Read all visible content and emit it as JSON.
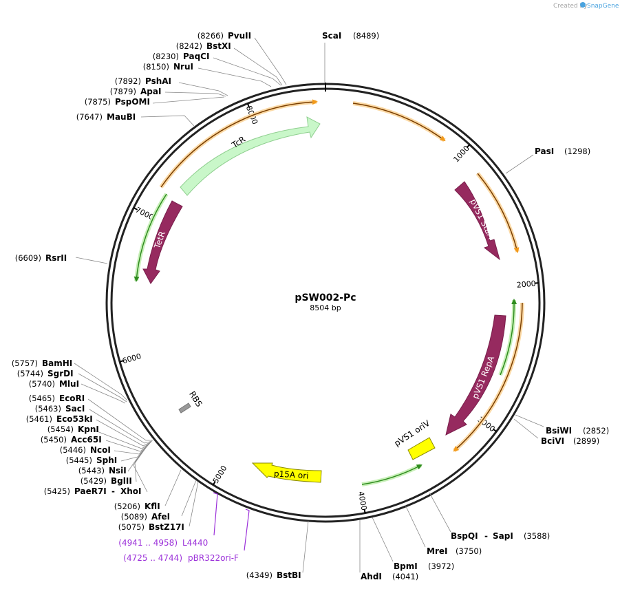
{
  "plasmid": {
    "name": "pSW002-Pc",
    "length_label": "8504 bp",
    "length": 8504
  },
  "credit": {
    "prefix": "Created by",
    "brand": "SnapGene"
  },
  "ticks": [
    {
      "pos": 1000,
      "label": "1000"
    },
    {
      "pos": 2000,
      "label": "2000"
    },
    {
      "pos": 3000,
      "label": "3000"
    },
    {
      "pos": 4000,
      "label": "4000"
    },
    {
      "pos": 5000,
      "label": "5000"
    },
    {
      "pos": 6000,
      "label": "6000"
    },
    {
      "pos": 7000,
      "label": "7000"
    },
    {
      "pos": 8000,
      "label": "8000"
    }
  ],
  "features": [
    {
      "name": "TcR",
      "label": "TcR",
      "color": "#c9f7c9",
      "stroke": "#8fcf8f",
      "text": "#000000"
    },
    {
      "name": "TetR",
      "label": "TetR",
      "color": "#962a5f",
      "stroke": "#7a1f4c",
      "text": "#ffffff"
    },
    {
      "name": "pVS1 StaA",
      "label": "pVS1 StaA",
      "color": "#962a5f",
      "stroke": "#7a1f4c",
      "text": "#ffffff"
    },
    {
      "name": "pVS1 RepA",
      "label": "pVS1 RepA",
      "color": "#962a5f",
      "stroke": "#7a1f4c",
      "text": "#ffffff"
    },
    {
      "name": "pVS1 oriV",
      "label": "pVS1 oriV",
      "color": "#ffff00",
      "stroke": "#8a8a00",
      "text": "#000000"
    },
    {
      "name": "p15A ori",
      "label": "p15A ori",
      "color": "#ffff00",
      "stroke": "#8a8a00",
      "text": "#000000"
    },
    {
      "name": "RBS",
      "label": "RBS",
      "color": "#999999",
      "stroke": "#777777",
      "text": "#000000"
    }
  ],
  "sites": [
    {
      "name": "ScaI",
      "pos": "(8489)"
    },
    {
      "name": "PvuII",
      "pos": "(8266)"
    },
    {
      "name": "BstXI",
      "pos": "(8242)"
    },
    {
      "name": "PaqCI",
      "pos": "(8230)"
    },
    {
      "name": "NruI",
      "pos": "(8150)"
    },
    {
      "name": "PshAI",
      "pos": "(7892)"
    },
    {
      "name": "ApaI",
      "pos": "(7879)"
    },
    {
      "name": "PspOMI",
      "pos": "(7875)"
    },
    {
      "name": "MauBI",
      "pos": "(7647)"
    },
    {
      "name": "PasI",
      "pos": "(1298)"
    },
    {
      "name": "RsrII",
      "pos": "(6609)"
    },
    {
      "name": "BamHI",
      "pos": "(5757)"
    },
    {
      "name": "SgrDI",
      "pos": "(5744)"
    },
    {
      "name": "MluI",
      "pos": "(5740)"
    },
    {
      "name": "EcoRI",
      "pos": "(5465)"
    },
    {
      "name": "SacI",
      "pos": "(5463)"
    },
    {
      "name": "Eco53kI",
      "pos": "(5461)"
    },
    {
      "name": "KpnI",
      "pos": "(5454)"
    },
    {
      "name": "Acc65I",
      "pos": "(5450)"
    },
    {
      "name": "NcoI",
      "pos": "(5446)"
    },
    {
      "name": "SphI",
      "pos": "(5445)"
    },
    {
      "name": "NsiI",
      "pos": "(5443)"
    },
    {
      "name": "BglII",
      "pos": "(5429)"
    },
    {
      "name": "PaeR7I",
      "pos": "(5425)",
      "name2": "XhoI"
    },
    {
      "name": "KflI",
      "pos": "(5206)"
    },
    {
      "name": "AfeI",
      "pos": "(5089)"
    },
    {
      "name": "BstZ17I",
      "pos": "(5075)"
    },
    {
      "name": "BsiWI",
      "pos": "(2852)"
    },
    {
      "name": "BciVI",
      "pos": "(2899)"
    },
    {
      "name": "BspQI",
      "pos": "(3588)",
      "name2": "SapI"
    },
    {
      "name": "MreI",
      "pos": "(3750)"
    },
    {
      "name": "BpmI",
      "pos": "(3972)"
    },
    {
      "name": "AhdI",
      "pos": "(4041)"
    },
    {
      "name": "BstBI",
      "pos": "(4349)"
    }
  ],
  "primers": [
    {
      "name": "L4440",
      "range": "(4941 .. 4958)"
    },
    {
      "name": "pBR322ori-F",
      "range": "(4725 .. 4744)"
    }
  ]
}
